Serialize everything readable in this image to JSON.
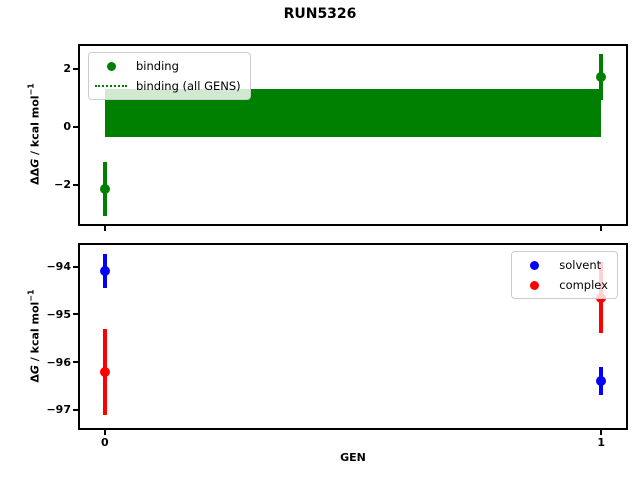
{
  "title": "RUN5326",
  "chart_data": {
    "type": "scatter",
    "title": "RUN5326",
    "xlabel": "GEN",
    "grid": false,
    "xticks": [
      {
        "v": 0,
        "label": "0"
      },
      {
        "v": 1,
        "label": "1"
      }
    ],
    "subplots": [
      {
        "name": "ddg-vs-gen",
        "ylabel": {
          "delta": "ΔΔ",
          "var": "G",
          "unit": " / kcal mol",
          "exp": "−1"
        },
        "xlim": [
          -0.05,
          1.05
        ],
        "ylim": [
          -3.35,
          2.78
        ],
        "yticks": [
          {
            "v": 2,
            "label": "2"
          },
          {
            "v": 0,
            "label": "0"
          },
          {
            "v": -2,
            "label": "−2"
          }
        ],
        "show_xtick_labels": false,
        "band": {
          "label": "binding (all GENS)",
          "x0": 0,
          "x1": 1,
          "low": -0.35,
          "high": 1.3,
          "color": "#008000"
        },
        "series": [
          {
            "name": "binding",
            "color": "#008000",
            "points": [
              {
                "x": 0,
                "y": -2.15,
                "yerr": 0.93
              },
              {
                "x": 1,
                "y": 1.72,
                "yerr": 0.8
              }
            ]
          }
        ],
        "legend": {
          "position": "top-left",
          "items": [
            {
              "label": "binding",
              "marker": "dot",
              "color": "#008000"
            },
            {
              "label": "binding (all GENS)",
              "marker": "dotted-line",
              "color": "#008000"
            }
          ]
        }
      },
      {
        "name": "dg-vs-gen",
        "ylabel": {
          "delta": "Δ",
          "var": "G",
          "unit": " / kcal mol",
          "exp": "−1"
        },
        "xlim": [
          -0.05,
          1.05
        ],
        "ylim": [
          -97.38,
          -93.55
        ],
        "yticks": [
          {
            "v": -94,
            "label": "−94"
          },
          {
            "v": -95,
            "label": "−95"
          },
          {
            "v": -96,
            "label": "−96"
          },
          {
            "v": -97,
            "label": "−97"
          }
        ],
        "show_xtick_labels": true,
        "series": [
          {
            "name": "solvent",
            "color": "#0000ff",
            "points": [
              {
                "x": 0,
                "y": -94.1,
                "yerr": 0.36
              },
              {
                "x": 1,
                "y": -96.4,
                "yerr": 0.3
              }
            ]
          },
          {
            "name": "complex",
            "color": "#ff0000",
            "points": [
              {
                "x": 0,
                "y": -96.2,
                "yerr": 0.9
              },
              {
                "x": 1,
                "y": -94.65,
                "yerr": 0.74
              }
            ]
          }
        ],
        "legend": {
          "position": "top-right",
          "items": [
            {
              "label": "solvent",
              "marker": "dot",
              "color": "#0000ff"
            },
            {
              "label": "complex",
              "marker": "dot",
              "color": "#ff0000"
            }
          ]
        }
      }
    ]
  }
}
